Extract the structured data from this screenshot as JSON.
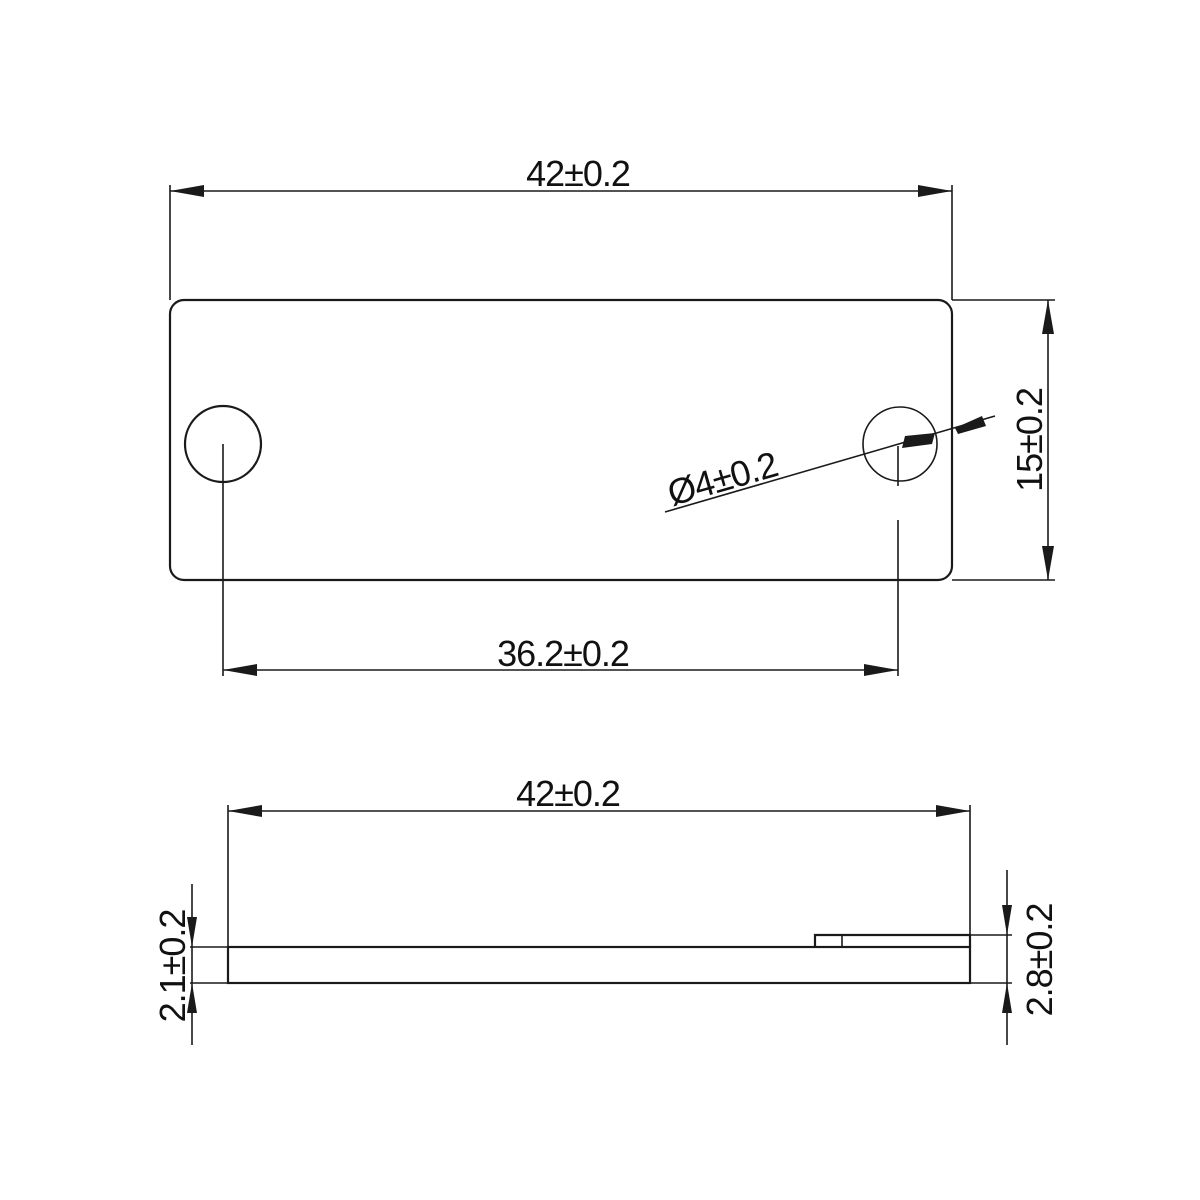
{
  "drawing": {
    "top_view": {
      "overall_length_label": "42±0.2",
      "hole_spacing_label": "36.2±0.2",
      "width_label": "15±0.2",
      "hole_diameter_label": "Ø4±0.2"
    },
    "side_view": {
      "overall_length_label": "42±0.2",
      "base_thickness_label": "2.1±0.2",
      "total_thickness_label": "2.8±0.2"
    },
    "colors": {
      "line": "#1a1a1a",
      "background": "#ffffff"
    }
  }
}
